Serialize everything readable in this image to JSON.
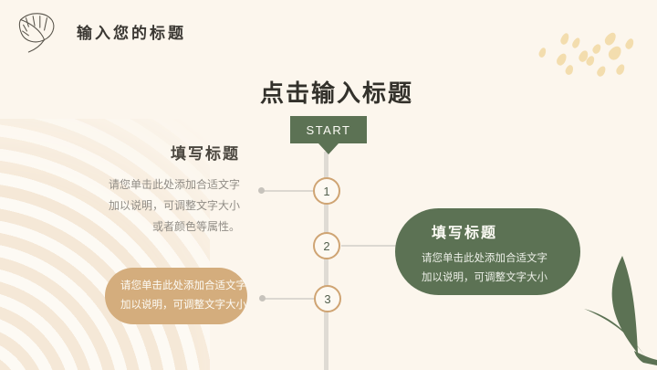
{
  "slide": {
    "header": {
      "icon": "leaf-outline-icon",
      "title": "输入您的标题"
    },
    "title": "点击输入标题",
    "timeline": {
      "start_label": "START",
      "steps": [
        {
          "number": "1"
        },
        {
          "number": "2"
        },
        {
          "number": "3"
        }
      ]
    },
    "left_block": {
      "heading": "填写标题",
      "lines": [
        "请您单击此处添加合适文字",
        "加以说明，可调整文字大小",
        "或者颜色等属性。"
      ]
    },
    "green_card": {
      "heading": "填写标题",
      "lines": [
        "请您单击此处添加合适文字",
        "加以说明，可调整文字大小"
      ]
    },
    "tan_card": {
      "lines": [
        "请您单击此处添加合适文字",
        "加以说明，可调整文字大小"
      ]
    },
    "colors": {
      "background": "#fcf6ed",
      "green": "#5c7254",
      "tan": "#d4ad7d",
      "gold": "#f3ddae",
      "heading_text": "#33312b",
      "body_text": "#918d86",
      "circle_border": "#cfa473",
      "timeline_line": "#dfdbd4"
    }
  }
}
